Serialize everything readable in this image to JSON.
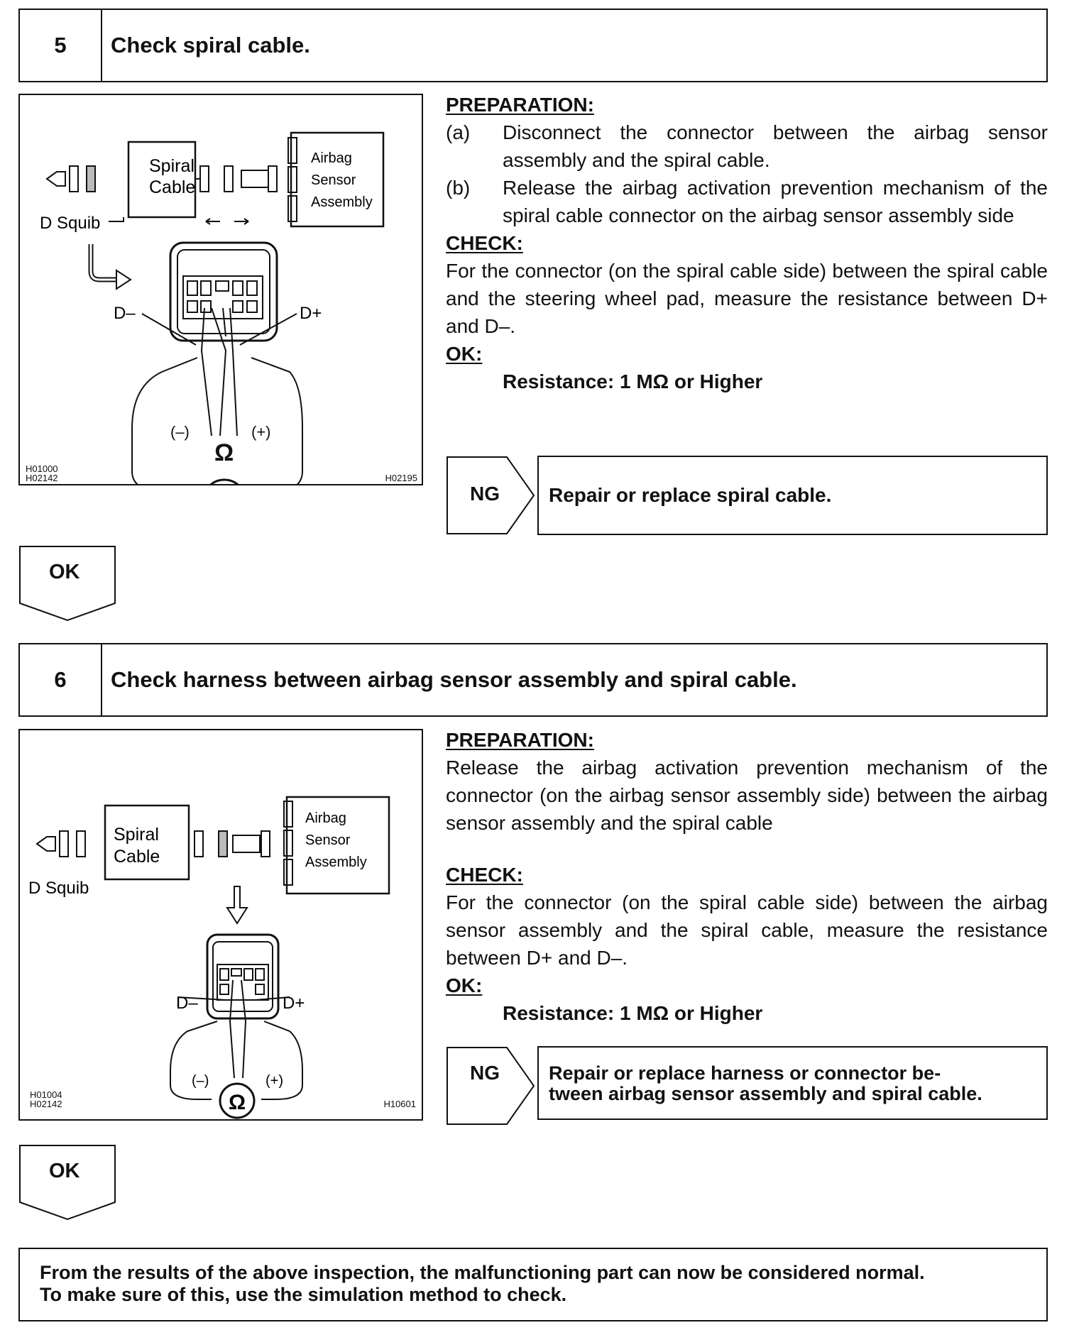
{
  "step5": {
    "number": "5",
    "title": "Check spiral cable.",
    "figure": {
      "spiral_label_1": "Spiral",
      "spiral_label_2": "Cable",
      "airbag_1": "Airbag",
      "airbag_2": "Sensor",
      "airbag_3": "Assembly",
      "squib": "D Squib",
      "d_minus": "D–",
      "d_plus": "D+",
      "meter_minus": "(–)",
      "meter_plus": "(+)",
      "ohm": "Ω",
      "code_left_1": "H01000",
      "code_left_2": "H02142",
      "code_right": "H02195"
    },
    "prep_heading": "PREPARATION:",
    "prep_items": [
      {
        "label": "(a)",
        "text": "Disconnect the connector between the airbag sensor assembly and the spiral cable."
      },
      {
        "label": "(b)",
        "text": "Release the airbag activation prevention mechanism of the spiral cable connector on the airbag sensor assembly side"
      }
    ],
    "check_heading": "CHECK:",
    "check_text": "For the connector (on the spiral cable side) between the spiral cable and the steering wheel pad, measure the resistance between D+ and D–.",
    "ok_heading": "OK:",
    "ok_text": "Resistance: 1 MΩ or Higher",
    "ng_label": "NG",
    "ng_text": "Repair or replace spiral cable.",
    "ok_label": "OK"
  },
  "step6": {
    "number": "6",
    "title": "Check harness between airbag sensor assembly and spiral cable.",
    "figure": {
      "spiral_label_1": "Spiral",
      "spiral_label_2": "Cable",
      "airbag_1": "Airbag",
      "airbag_2": "Sensor",
      "airbag_3": "Assembly",
      "squib": "D Squib",
      "d_minus": "D–",
      "d_plus": "D+",
      "meter_minus": "(–)",
      "meter_plus": "(+)",
      "ohm": "Ω",
      "code_left_1": "H01004",
      "code_left_2": "H02142",
      "code_right": "H10601"
    },
    "prep_heading": "PREPARATION:",
    "prep_text": "Release the airbag activation prevention mechanism of the connector (on the airbag sensor assembly side) between the airbag sensor assembly and the spiral cable",
    "check_heading": "CHECK:",
    "check_text": "For the connector (on the spiral cable side) between the airbag sensor assembly and the spiral cable, measure the resistance between D+ and D–.",
    "ok_heading": "OK:",
    "ok_text": "Resistance: 1 MΩ or Higher",
    "ng_label": "NG",
    "ng_text_1": "Repair or replace harness or connector be-",
    "ng_text_2": "tween airbag sensor assembly and spiral cable.",
    "ok_label": "OK"
  },
  "conclusion": {
    "line1": "From the results of the above inspection, the malfunctioning part can now be considered normal.",
    "line2": "To make sure of this, use the simulation method to check."
  }
}
